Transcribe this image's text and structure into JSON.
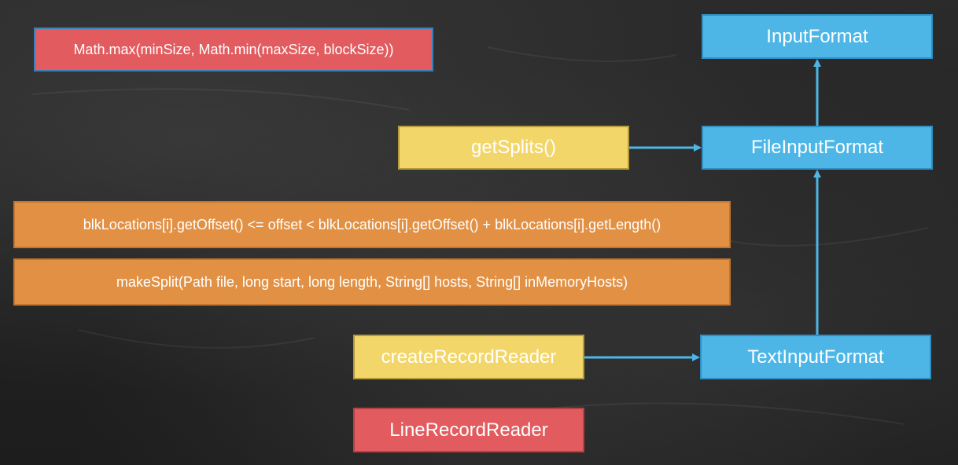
{
  "boxes": {
    "formula": "Math.max(minSize, Math.min(maxSize, blockSize))",
    "input_format": "InputFormat",
    "file_input_format": "FileInputFormat",
    "get_splits": "getSplits()",
    "blk_condition": "blkLocations[i].getOffset() <= offset < blkLocations[i].getOffset() + blkLocations[i].getLength()",
    "make_split": "makeSplit(Path file, long start, long length, String[] hosts, String[] inMemoryHosts)",
    "create_record_reader": "createRecordReader",
    "text_input_format": "TextInputFormat",
    "line_record_reader": "LineRecordReader"
  },
  "colors": {
    "blue": "#4db6e6",
    "red": "#e25b5f",
    "yellow": "#f3d66a",
    "orange": "#e29144",
    "arrow": "#4db6e6"
  }
}
